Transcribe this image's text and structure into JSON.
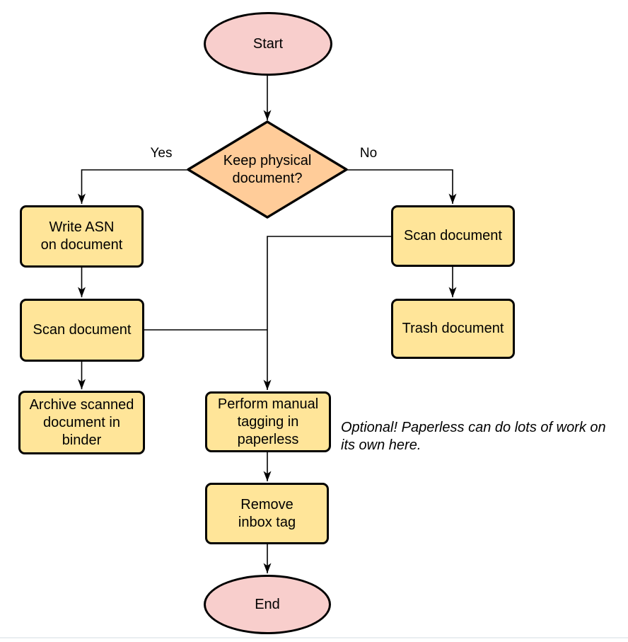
{
  "diagram": {
    "type": "flowchart",
    "colors": {
      "background": "#ffffff",
      "terminal_fill": "#F8CECC",
      "decision_fill": "#FFCC99",
      "process_fill": "#FFE599",
      "stroke": "#000000",
      "bottom_hairline": "#eaeef1"
    },
    "nodes": {
      "start": {
        "label": "Start",
        "shape": "ellipse"
      },
      "decision": {
        "label": "Keep physical\ndocument?",
        "shape": "diamond"
      },
      "write_asn": {
        "label": "Write ASN\non document",
        "shape": "process"
      },
      "scan_left": {
        "label": "Scan document",
        "shape": "process"
      },
      "archive": {
        "label": "Archive scanned\ndocument in\nbinder",
        "shape": "process"
      },
      "scan_right": {
        "label": "Scan document",
        "shape": "process"
      },
      "trash": {
        "label": "Trash document",
        "shape": "process"
      },
      "tagging": {
        "label": "Perform manual\ntagging in\npaperless",
        "shape": "process"
      },
      "remove_inbox": {
        "label": "Remove\ninbox tag",
        "shape": "process"
      },
      "end": {
        "label": "End",
        "shape": "ellipse"
      }
    },
    "edge_labels": {
      "yes": "Yes",
      "no": "No"
    },
    "annotation": {
      "text": "Optional! Paperless can do lots of work on\nits own here."
    }
  }
}
